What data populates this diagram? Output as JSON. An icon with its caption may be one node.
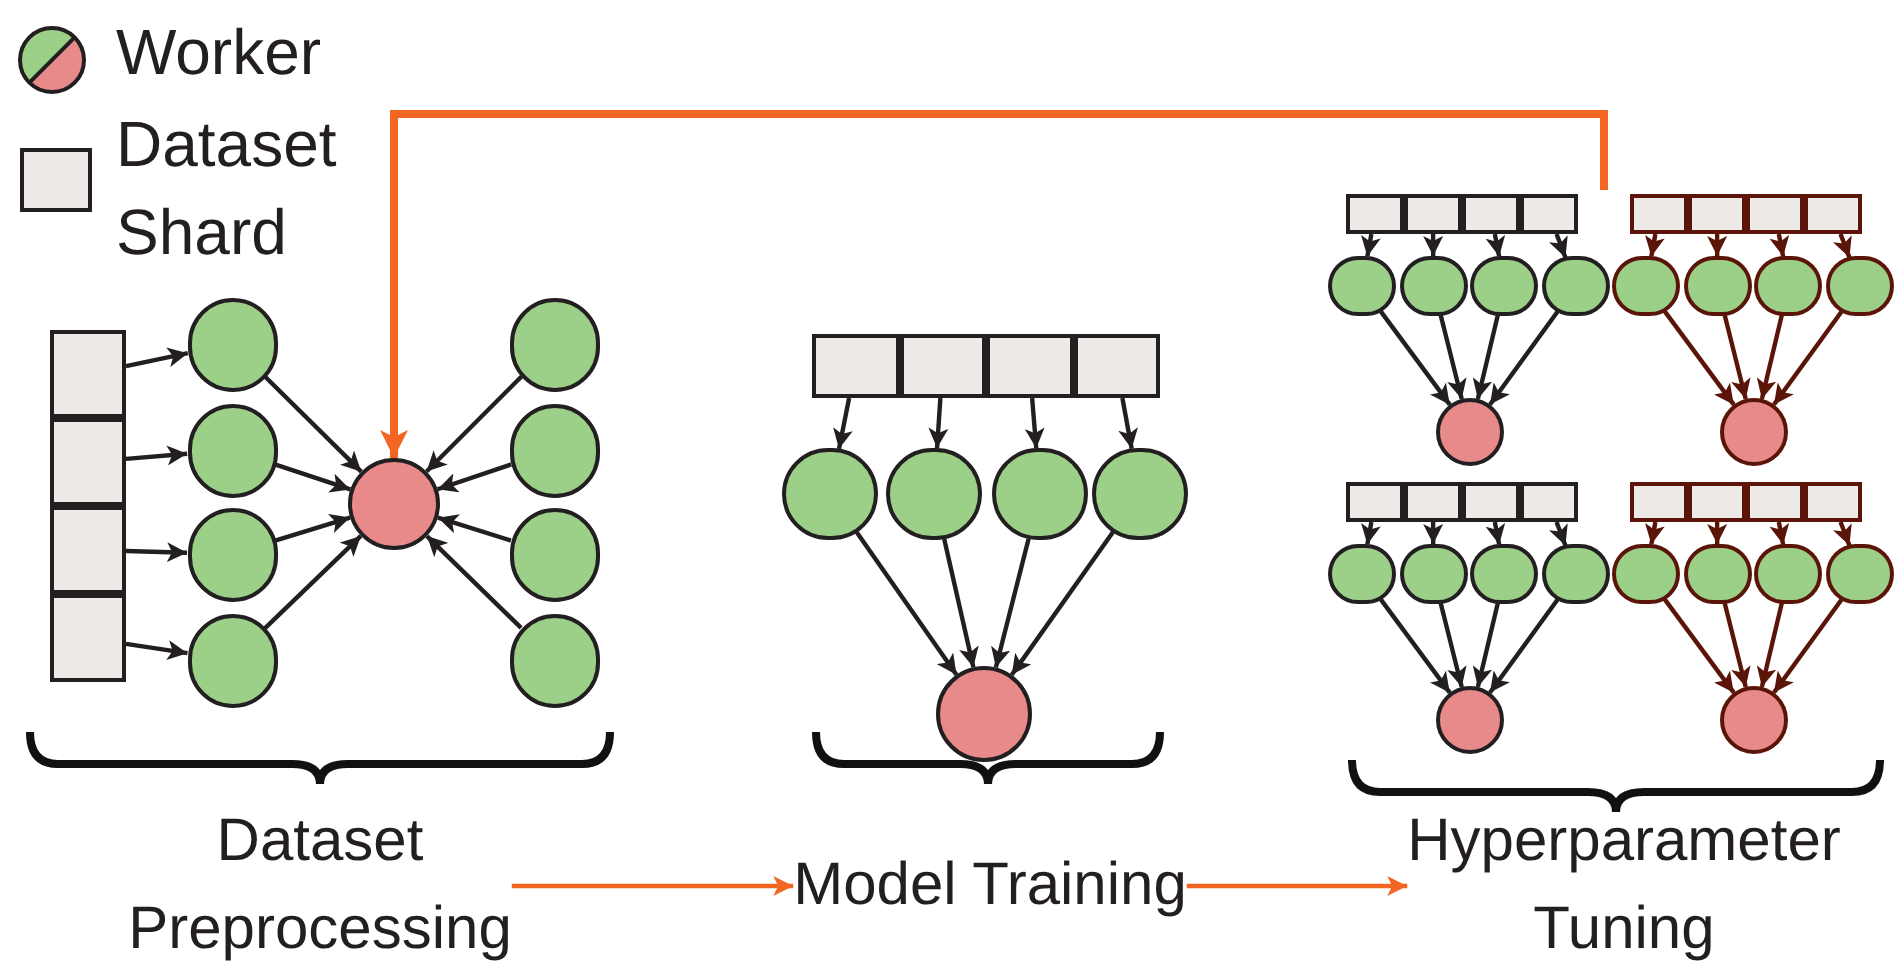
{
  "diagram": {
    "nodes": [
      {
        "text": [],
        "shape": "box"
      },
      {
        "text": [],
        "shape": "box"
      },
      {
        "text": [],
        "shape": "box"
      },
      {
        "text": [],
        "shape": "box"
      },
      {
        "text": [],
        "shape": "circle"
      },
      {
        "text": [],
        "shape": "circle"
      },
      {
        "text": [],
        "shape": "circle"
      },
      {
        "text": [],
        "shape": "circle"
      },
      {
        "text": [],
        "shape": "circle"
      },
      {
        "text": [],
        "shape": "circle"
      },
      {
        "text": [],
        "shape": "circle"
      },
      {
        "text": [],
        "shape": "circle"
      },
      {
        "text": [],
        "shape": "circle"
      },
      {
        "text": [
          "Dataset Preprocessing"
        ]
      },
      {
        "text": [],
        "shape": "box"
      },
      {
        "text": [],
        "shape": "box"
      },
      {
        "text": [],
        "shape": "box"
      },
      {
        "text": [],
        "shape": "box"
      },
      {
        "text": [],
        "shape": "circle"
      },
      {
        "text": [],
        "shape": "circle"
      },
      {
        "text": [],
        "shape": "circle"
      },
      {
        "text": [],
        "shape": "circle"
      },
      {
        "text": [],
        "shape": "circle"
      },
      {
        "text": [
          "Model Training"
        ]
      },
      {
        "text": [],
        "shape": "box"
      },
      {
        "text": [],
        "shape": "box"
      },
      {
        "text": [],
        "shape": "box"
      },
      {
        "text": [],
        "shape": "box"
      },
      {
        "text": [],
        "shape": "circle"
      },
      {
        "text": [],
        "shape": "circle"
      },
      {
        "text": [],
        "shape": "circle"
      },
      {
        "text": [],
        "shape": "circle"
      },
      {
        "text": [],
        "shape": "circle"
      },
      {
        "text": [],
        "shape": "box"
      },
      {
        "text": [],
        "shape": "box"
      },
      {
        "text": [],
        "shape": "box"
      },
      {
        "text": [],
        "shape": "box"
      },
      {
        "text": [],
        "shape": "circle"
      },
      {
        "text": [],
        "shape": "circle"
      },
      {
        "text": [],
        "shape": "circle"
      },
      {
        "text": [],
        "shape": "circle"
      },
      {
        "text": [],
        "shape": "circle"
      },
      {
        "text": [],
        "shape": "box"
      },
      {
        "text": [],
        "shape": "box"
      },
      {
        "text": [],
        "shape": "box"
      },
      {
        "text": [],
        "shape": "box"
      },
      {
        "text": [],
        "shape": "circle"
      },
      {
        "text": [],
        "shape": "circle"
      },
      {
        "text": [],
        "shape": "circle"
      },
      {
        "text": [],
        "shape": "circle"
      },
      {
        "text": [],
        "shape": "circle"
      },
      {
        "text": [],
        "shape": "box"
      },
      {
        "text": [],
        "shape": "box"
      },
      {
        "text": [],
        "shape": "box"
      },
      {
        "text": [],
        "shape": "box"
      },
      {
        "text": [],
        "shape": "circle"
      },
      {
        "text": [],
        "shape": "circle"
      },
      {
        "text": [],
        "shape": "circle"
      },
      {
        "text": [],
        "shape": "circle"
      },
      {
        "text": [],
        "shape": "circle"
      },
      {
        "text": [
          "Hyperparameter Tuning"
        ]
      }
    ],
    "edges": [
      {
        "from": 0,
        "to": 4,
        "arrow": "to"
      },
      {
        "from": 1,
        "to": 5,
        "arrow": "to"
      },
      {
        "from": 2,
        "to": 6,
        "arrow": "to"
      },
      {
        "from": 3,
        "to": 7,
        "arrow": "to"
      },
      {
        "from": 4,
        "to": 8,
        "arrow": "to"
      },
      {
        "from": 5,
        "to": 8,
        "arrow": "to"
      },
      {
        "from": 6,
        "to": 8,
        "arrow": "to"
      },
      {
        "from": 7,
        "to": 8,
        "arrow": "to"
      },
      {
        "from": 9,
        "to": 8,
        "arrow": "to"
      },
      {
        "from": 10,
        "to": 8,
        "arrow": "to"
      },
      {
        "from": 11,
        "to": 8,
        "arrow": "to"
      },
      {
        "from": 12,
        "to": 8,
        "arrow": "to"
      },
      {
        "from": 14,
        "to": 18,
        "arrow": "to"
      },
      {
        "from": 15,
        "to": 19,
        "arrow": "to"
      },
      {
        "from": 16,
        "to": 20,
        "arrow": "to"
      },
      {
        "from": 17,
        "to": 21,
        "arrow": "to"
      },
      {
        "from": 18,
        "to": 22,
        "arrow": "to"
      },
      {
        "from": 19,
        "to": 22,
        "arrow": "to"
      },
      {
        "from": 20,
        "to": 22,
        "arrow": "to"
      },
      {
        "from": 21,
        "to": 22,
        "arrow": "to"
      },
      {
        "from": 24,
        "to": 28,
        "arrow": "to"
      },
      {
        "from": 25,
        "to": 29,
        "arrow": "to"
      },
      {
        "from": 26,
        "to": 30,
        "arrow": "to"
      },
      {
        "from": 27,
        "to": 31,
        "arrow": "to"
      },
      {
        "from": 28,
        "to": 32,
        "arrow": "to"
      },
      {
        "from": 29,
        "to": 32,
        "arrow": "to"
      },
      {
        "from": 30,
        "to": 32,
        "arrow": "to"
      },
      {
        "from": 31,
        "to": 32,
        "arrow": "to"
      },
      {
        "from": 33,
        "to": 37,
        "arrow": "to",
        "color": "#5a1508"
      },
      {
        "from": 34,
        "to": 38,
        "arrow": "to",
        "color": "#5a1508"
      },
      {
        "from": 35,
        "to": 39,
        "arrow": "to",
        "color": "#5a1508"
      },
      {
        "from": 36,
        "to": 40,
        "arrow": "to",
        "color": "#5a1508"
      },
      {
        "from": 37,
        "to": 41,
        "arrow": "to",
        "color": "#5a1508"
      },
      {
        "from": 38,
        "to": 41,
        "arrow": "to",
        "color": "#5a1508"
      },
      {
        "from": 39,
        "to": 41,
        "arrow": "to",
        "color": "#5a1508"
      },
      {
        "from": 40,
        "to": 41,
        "arrow": "to",
        "color": "#5a1508"
      },
      {
        "from": 42,
        "to": 46,
        "arrow": "to"
      },
      {
        "from": 43,
        "to": 47,
        "arrow": "to"
      },
      {
        "from": 44,
        "to": 48,
        "arrow": "to"
      },
      {
        "from": 45,
        "to": 49,
        "arrow": "to"
      },
      {
        "from": 46,
        "to": 50,
        "arrow": "to"
      },
      {
        "from": 47,
        "to": 50,
        "arrow": "to"
      },
      {
        "from": 48,
        "to": 50,
        "arrow": "to"
      },
      {
        "from": 49,
        "to": 50,
        "arrow": "to"
      },
      {
        "from": 51,
        "to": 55,
        "arrow": "to",
        "color": "#5a1508"
      },
      {
        "from": 52,
        "to": 56,
        "arrow": "to",
        "color": "#5a1508"
      },
      {
        "from": 53,
        "to": 57,
        "arrow": "to",
        "color": "#5a1508"
      },
      {
        "from": 54,
        "to": 58,
        "arrow": "to",
        "color": "#5a1508"
      },
      {
        "from": 55,
        "to": 59,
        "arrow": "to",
        "color": "#5a1508"
      },
      {
        "from": 56,
        "to": 59,
        "arrow": "to",
        "color": "#5a1508"
      },
      {
        "from": 57,
        "to": 59,
        "arrow": "to",
        "color": "#5a1508"
      },
      {
        "from": 58,
        "to": 59,
        "arrow": "to",
        "color": "#5a1508"
      },
      {
        "from": 13,
        "to": 23,
        "arrow": "to",
        "color": "#f26522"
      },
      {
        "from": 23,
        "to": 60,
        "arrow": "to",
        "color": "#f26522"
      },
      {
        "from": null,
        "to": 8,
        "arrow": "to",
        "style": "thick",
        "color": "#f26522"
      }
    ],
    "legend": [
      {
        "text": "Worker"
      },
      {
        "text": "Dataset Shard"
      }
    ]
  }
}
